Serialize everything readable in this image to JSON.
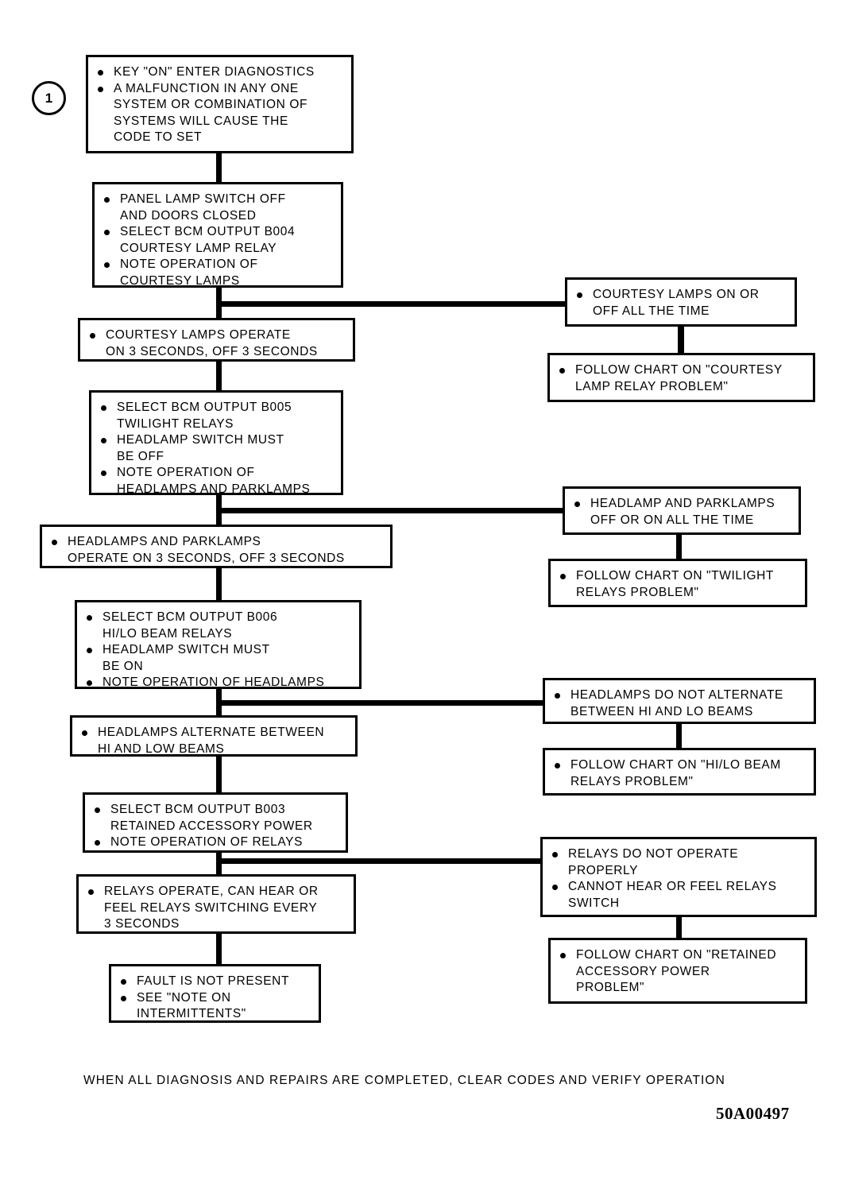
{
  "document": {
    "type": "diagnostic-flow-chart",
    "marker": "1",
    "footer_note": "WHEN ALL DIAGNOSIS AND REPAIRS ARE COMPLETED, CLEAR CODES AND VERIFY OPERATION",
    "footer_code": "50A00497",
    "ink_color": "#000000",
    "background_color": "#ffffff"
  },
  "boxes": {
    "start": {
      "name": "key-on-enter-diagnostics",
      "bullets": [
        "KEY \"ON\" ENTER DIAGNOSTICS",
        "A MALFUNCTION IN ANY ONE\nSYSTEM OR COMBINATION OF\nSYSTEMS WILL CAUSE THE\nCODE TO SET"
      ]
    },
    "step_b004": {
      "name": "select-bcm-output-b004",
      "bullets": [
        "PANEL LAMP SWITCH OFF\nAND DOORS CLOSED",
        "SELECT BCM OUTPUT B004\nCOURTESY LAMP RELAY",
        "NOTE OPERATION OF\nCOURTESY LAMPS"
      ]
    },
    "pass_courtesy": {
      "name": "courtesy-lamps-operate",
      "bullets": [
        "COURTESY LAMPS OPERATE\nON 3 SECONDS, OFF 3 SECONDS"
      ]
    },
    "fail_courtesy": {
      "name": "courtesy-lamps-on-or-off",
      "bullets": [
        "COURTESY LAMPS ON OR\nOFF ALL THE TIME"
      ]
    },
    "follow_courtesy": {
      "name": "follow-chart-courtesy-lamp-relay",
      "bullets": [
        "FOLLOW CHART ON \"COURTESY\nLAMP RELAY PROBLEM\""
      ]
    },
    "step_b005": {
      "name": "select-bcm-output-b005",
      "bullets": [
        "SELECT BCM OUTPUT B005\nTWILIGHT RELAYS",
        "HEADLAMP SWITCH MUST\nBE OFF",
        "NOTE OPERATION OF\nHEADLAMPS AND PARKLAMPS"
      ]
    },
    "pass_twilight": {
      "name": "headlamps-and-parklamps-operate",
      "bullets": [
        "HEADLAMPS AND PARKLAMPS\nOPERATE ON 3 SECONDS, OFF 3 SECONDS"
      ]
    },
    "fail_twilight": {
      "name": "headlamp-and-parklamps-off-or-on",
      "bullets": [
        "HEADLAMP AND PARKLAMPS\nOFF OR ON ALL THE TIME"
      ]
    },
    "follow_twilight": {
      "name": "follow-chart-twilight-relays",
      "bullets": [
        "FOLLOW CHART ON \"TWILIGHT\nRELAYS PROBLEM\""
      ]
    },
    "step_b006": {
      "name": "select-bcm-output-b006",
      "bullets": [
        "SELECT BCM OUTPUT B006\nHI/LO BEAM RELAYS",
        "HEADLAMP SWITCH MUST\nBE ON",
        "NOTE OPERATION OF HEADLAMPS"
      ]
    },
    "pass_hilo": {
      "name": "headlamps-alternate",
      "bullets": [
        "HEADLAMPS ALTERNATE BETWEEN\nHI AND LOW BEAMS"
      ]
    },
    "fail_hilo": {
      "name": "headlamps-do-not-alternate",
      "bullets": [
        "HEADLAMPS DO NOT ALTERNATE\nBETWEEN HI AND LO BEAMS"
      ]
    },
    "follow_hilo": {
      "name": "follow-chart-hi-lo-beam-relays",
      "bullets": [
        "FOLLOW CHART ON \"HI/LO BEAM\nRELAYS PROBLEM\""
      ]
    },
    "step_b003": {
      "name": "select-bcm-output-b003",
      "bullets": [
        "SELECT BCM OUTPUT B003\nRETAINED ACCESSORY POWER",
        "NOTE OPERATION OF RELAYS"
      ]
    },
    "pass_rap": {
      "name": "relays-operate-can-hear",
      "bullets": [
        "RELAYS OPERATE, CAN HEAR OR\nFEEL RELAYS SWITCHING EVERY\n3 SECONDS"
      ]
    },
    "fail_rap": {
      "name": "relays-do-not-operate",
      "bullets": [
        "RELAYS DO NOT OPERATE\nPROPERLY",
        "CANNOT HEAR OR FEEL RELAYS\nSWITCH"
      ]
    },
    "follow_rap": {
      "name": "follow-chart-retained-accessory-power",
      "bullets": [
        "FOLLOW CHART ON \"RETAINED\nACCESSORY POWER\nPROBLEM\""
      ]
    },
    "end": {
      "name": "fault-not-present",
      "bullets": [
        "FAULT IS NOT PRESENT",
        "SEE \"NOTE ON\nINTERMITTENTS\""
      ]
    }
  }
}
